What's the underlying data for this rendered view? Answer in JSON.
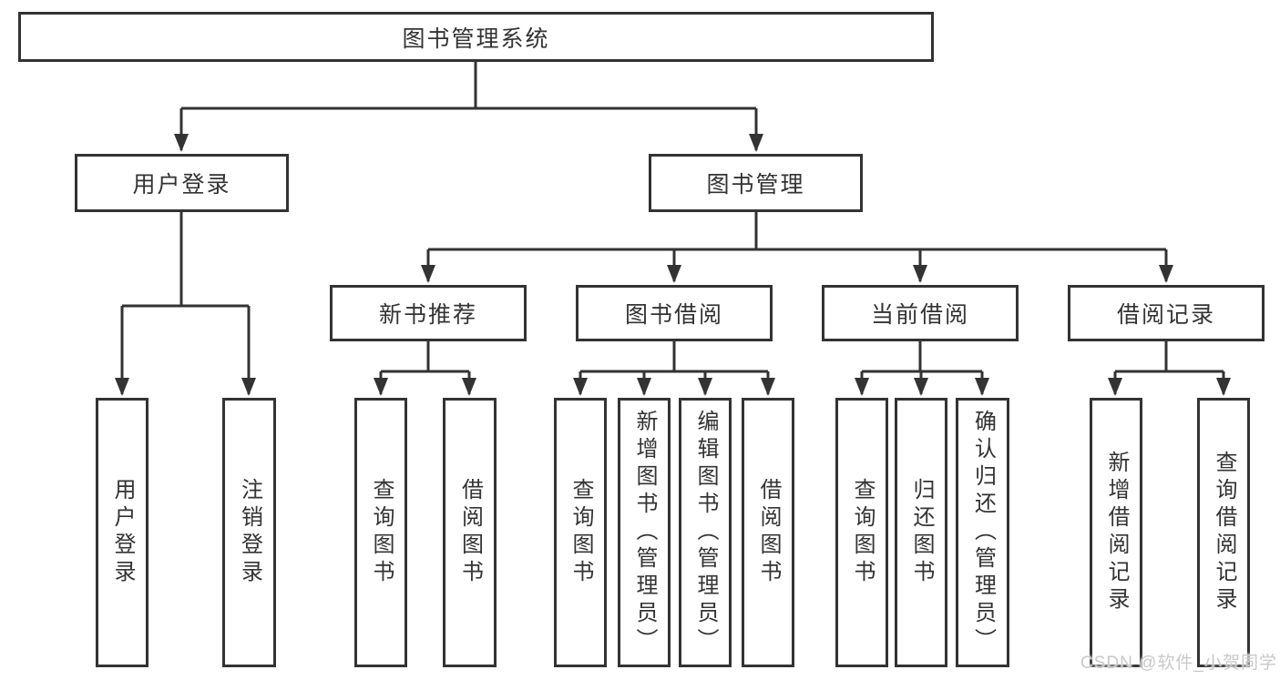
{
  "tree": {
    "label": "图书管理系统",
    "children": [
      {
        "label": "用户登录",
        "children": [
          {
            "label": "用户登录"
          },
          {
            "label": "注销登录"
          }
        ]
      },
      {
        "label": "图书管理",
        "children": [
          {
            "label": "新书推荐",
            "children": [
              {
                "label": "查询图书"
              },
              {
                "label": "借阅图书"
              }
            ]
          },
          {
            "label": "图书借阅",
            "children": [
              {
                "label": "查询图书"
              },
              {
                "label": "新增图书（管理员）"
              },
              {
                "label": "编辑图书（管理员）"
              },
              {
                "label": "借阅图书"
              }
            ]
          },
          {
            "label": "当前借阅",
            "children": [
              {
                "label": "查询图书"
              },
              {
                "label": "归还图书"
              },
              {
                "label": "确认归还（管理员）"
              }
            ]
          },
          {
            "label": "借阅记录",
            "children": [
              {
                "label": "新增借阅记录"
              },
              {
                "label": "查询借阅记录"
              }
            ]
          }
        ]
      }
    ]
  },
  "watermark": {
    "text": "CSDN @软件_小贺同学"
  },
  "colors": {
    "line": "#333333",
    "text": "#333333",
    "node_background": "#ffffff",
    "page_background": "#ffffff",
    "watermark": "#c9c9c9"
  }
}
